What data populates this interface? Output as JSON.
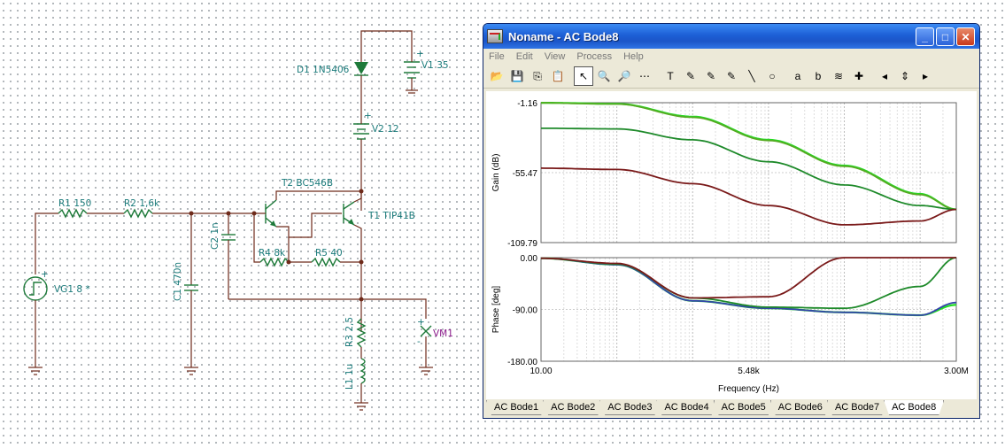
{
  "schematic": {
    "labels": {
      "d1": "D1 1N5406",
      "v1": "V1 35",
      "v2": "V2 12",
      "r1": "R1 150",
      "r2": "R2 1,6k",
      "t2": "T2 BC546B",
      "t1": "T1 TIP41B",
      "c2": "C2 1n",
      "c1": "C1 470n",
      "r4": "R4 8k",
      "r5": "R5 40",
      "vg1": "VG1 8 *",
      "r3": "R3 2,5",
      "l1": "L1 1u",
      "vm1": "VM1",
      "plus": "+",
      "minus": "-"
    }
  },
  "window": {
    "title": "Noname - AC Bode8",
    "minimize": "_",
    "maximize": "□",
    "close": "✕",
    "menu": [
      "File",
      "Edit",
      "View",
      "Process",
      "Help"
    ],
    "toolbar_icons": [
      "open-icon",
      "save-icon",
      "copy-icon",
      "paste-icon",
      "pointer-icon",
      "zoom-in-icon",
      "zoom-100-icon",
      "grid-icon",
      "text-icon",
      "label-icon",
      "label2-icon",
      "label3-icon",
      "line-icon",
      "circle-icon",
      "cursor-a-icon",
      "cursor-b-icon",
      "add-curve-icon",
      "probe-icon",
      "left-icon",
      "up-down-icon",
      "right-icon"
    ],
    "toolbar_glyphs": [
      "📂",
      "💾",
      "⎘",
      "📋",
      "↖",
      "🔍",
      "🔎",
      "⋯",
      "T",
      "✎",
      "✎",
      "✎",
      "╲",
      "○",
      "a",
      "b",
      "≋",
      "✚",
      "◂",
      "⇕",
      "▸"
    ],
    "tabs": [
      "AC Bode1",
      "AC Bode2",
      "AC Bode3",
      "AC Bode4",
      "AC Bode5",
      "AC Bode6",
      "AC Bode7",
      "AC Bode8"
    ],
    "active_tab": 7
  },
  "chart_data": [
    {
      "type": "line",
      "title": "",
      "xlabel": "Frequency (Hz)",
      "ylabel": "Gain (dB)",
      "x_scale": "log",
      "xlim": [
        10,
        3000000
      ],
      "ylim": [
        -109.79,
        -1.16
      ],
      "y_tick_labels": [
        "-1.16",
        "-55.47",
        "-109.79"
      ],
      "grid": true,
      "series": [
        {
          "color": "#22dd22",
          "x": [
            10,
            100,
            1000,
            10000,
            100000,
            1000000,
            3000000
          ],
          "y": [
            -1.2,
            -2,
            -12,
            -30,
            -50,
            -72,
            -84
          ]
        },
        {
          "color": "#55aa22",
          "x": [
            10,
            100,
            1000,
            10000,
            100000,
            1000000,
            3000000
          ],
          "y": [
            -1.3,
            -2.2,
            -12.5,
            -30.5,
            -50.5,
            -72.5,
            -84
          ]
        },
        {
          "color": "#1e8a2a",
          "x": [
            10,
            100,
            1000,
            10000,
            100000,
            1000000,
            3000000
          ],
          "y": [
            -21,
            -21.5,
            -30,
            -47,
            -65,
            -81,
            -84
          ]
        },
        {
          "color": "#7a1a1a",
          "x": [
            10,
            100,
            1000,
            10000,
            100000,
            1000000,
            3000000
          ],
          "y": [
            -52,
            -53,
            -64,
            -81,
            -96,
            -93,
            -84
          ]
        }
      ]
    },
    {
      "type": "line",
      "title": "",
      "xlabel": "Frequency (Hz)",
      "ylabel": "Phase [deg]",
      "x_scale": "log",
      "xlim": [
        10,
        3000000
      ],
      "ylim": [
        -180,
        0
      ],
      "y_tick_labels": [
        "0.00",
        "-90.00",
        "-180.00"
      ],
      "x_tick_labels": [
        "10.00",
        "5.48k",
        "3.00M"
      ],
      "grid": true,
      "series": [
        {
          "color": "#22dd22",
          "x": [
            10,
            100,
            1000,
            10000,
            100000,
            1000000,
            3000000
          ],
          "y": [
            -1,
            -12,
            -75,
            -88,
            -95,
            -100,
            -82
          ]
        },
        {
          "color": "#3344aa",
          "x": [
            10,
            100,
            1000,
            10000,
            100000,
            1000000,
            3000000
          ],
          "y": [
            -1,
            -12,
            -75,
            -88,
            -95,
            -100,
            -78
          ]
        },
        {
          "color": "#1e8a2a",
          "x": [
            10,
            100,
            1000,
            10000,
            100000,
            1000000,
            3000000
          ],
          "y": [
            -1,
            -11,
            -70,
            -86,
            -88,
            -50,
            0
          ]
        },
        {
          "color": "#7a1a1a",
          "x": [
            10,
            100,
            1000,
            10000,
            100000,
            1000000,
            3000000
          ],
          "y": [
            -1,
            -10,
            -70,
            -68,
            0,
            0,
            0
          ]
        }
      ]
    }
  ]
}
